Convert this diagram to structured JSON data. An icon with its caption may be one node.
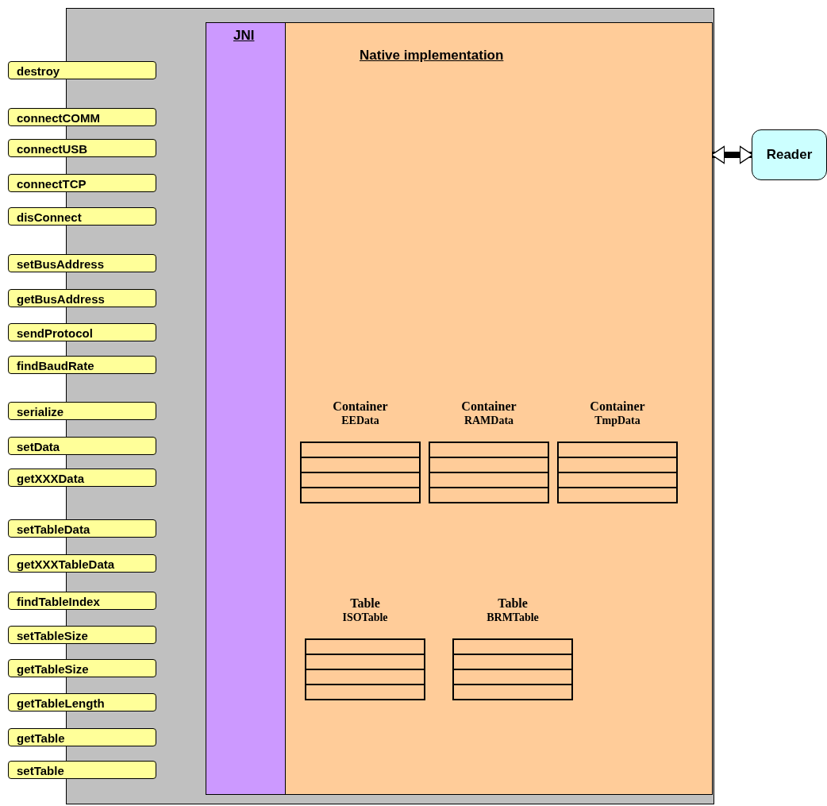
{
  "diagram": {
    "nodes": [
      {
        "text": [],
        "shape": "box"
      },
      {
        "text": [
          "JNI"
        ],
        "in": 0
      },
      {
        "text": [
          "Native implementation"
        ],
        "in": 0
      },
      {
        "text": [
          "Reader"
        ]
      },
      {
        "text": [
          "Container",
          "EEData"
        ],
        "in": 2
      },
      {
        "text": [
          "Container",
          "RAMData"
        ],
        "in": 2
      },
      {
        "text": [
          "Container",
          "TmpData"
        ],
        "in": 2
      },
      {
        "text": [
          "Table",
          "ISOTable"
        ],
        "in": 2
      },
      {
        "text": [
          "Table",
          "BRMTable"
        ],
        "in": 2
      },
      {
        "text": [
          "destroy"
        ]
      },
      {
        "text": [
          "connectCOMM"
        ]
      },
      {
        "text": [
          "connectUSB"
        ]
      },
      {
        "text": [
          "connectTCP"
        ]
      },
      {
        "text": [
          "disConnect"
        ]
      },
      {
        "text": [
          "setBusAddress"
        ]
      },
      {
        "text": [
          "getBusAddress"
        ]
      },
      {
        "text": [
          "sendProtocol"
        ]
      },
      {
        "text": [
          "findBaudRate"
        ]
      },
      {
        "text": [
          "serialize"
        ]
      },
      {
        "text": [
          "setData"
        ]
      },
      {
        "text": [
          "getXXXData"
        ]
      },
      {
        "text": [
          "setTableData"
        ]
      },
      {
        "text": [
          "getXXXTableData"
        ]
      },
      {
        "text": [
          "findTableIndex"
        ]
      },
      {
        "text": [
          "setTableSize"
        ]
      },
      {
        "text": [
          "getTableSize"
        ]
      },
      {
        "text": [
          "getTableLength"
        ]
      },
      {
        "text": [
          "getTable"
        ]
      },
      {
        "text": [
          "setTable"
        ]
      }
    ],
    "edges": [
      {
        "from": 2,
        "to": 3,
        "arrow": "both"
      }
    ]
  }
}
